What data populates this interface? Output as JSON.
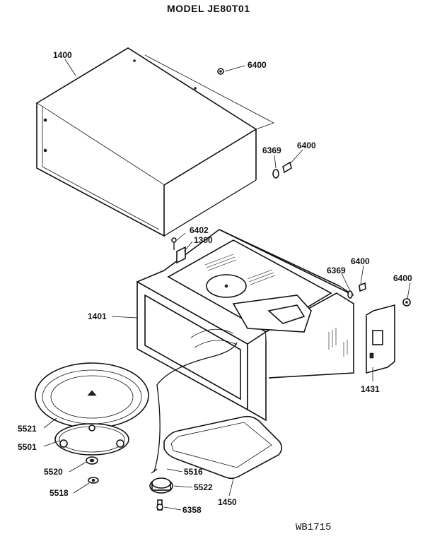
{
  "title": "MODEL JE80T01",
  "drawing_code": "WB1715",
  "labels": {
    "p1400": "1400",
    "p6400a": "6400",
    "p6369a": "6369",
    "p6400b": "6400",
    "p6402": "6402",
    "p1300": "1300",
    "p1401": "1401",
    "p6369b": "6369",
    "p6400c": "6400",
    "p6400d": "6400",
    "p1431": "1431",
    "p5521": "5521",
    "p5501": "5501",
    "p5520": "5520",
    "p5518": "5518",
    "p5516": "5516",
    "p5522": "5522",
    "p1450": "1450",
    "p6358": "6358"
  }
}
